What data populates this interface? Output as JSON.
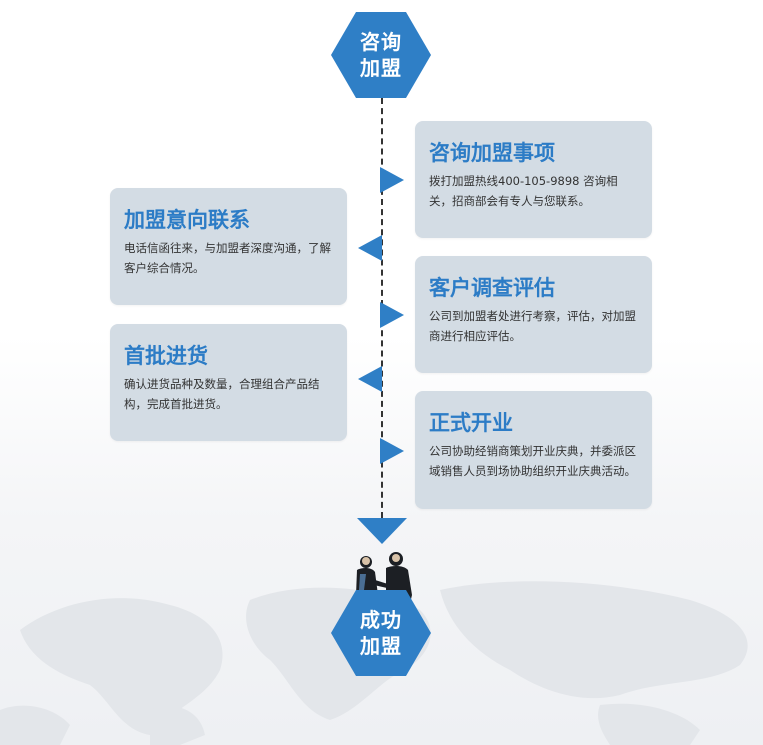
{
  "start_node": {
    "line1": "咨询",
    "line2": "加盟"
  },
  "end_node": {
    "line1": "成功",
    "line2": "加盟"
  },
  "steps": [
    {
      "title": "咨询加盟事项",
      "desc": "拨打加盟热线400-105-9898 咨询相关，招商部会有专人与您联系。"
    },
    {
      "title": "加盟意向联系",
      "desc": "电话信函往来，与加盟者深度沟通，了解客户综合情况。"
    },
    {
      "title": "客户调查评估",
      "desc": "公司到加盟者处进行考察，评估，对加盟商进行相应评估。"
    },
    {
      "title": "首批进货",
      "desc": "确认进货品种及数量，合理组合产品结构，完成首批进货。"
    },
    {
      "title": "正式开业",
      "desc": "公司协助经销商策划开业庆典，并委派区域销售人员到场协助组织开业庆典活动。"
    }
  ],
  "colors": {
    "accent": "#2f7fc6",
    "card_bg": "#d3dce4",
    "title": "#2c7cc6"
  }
}
